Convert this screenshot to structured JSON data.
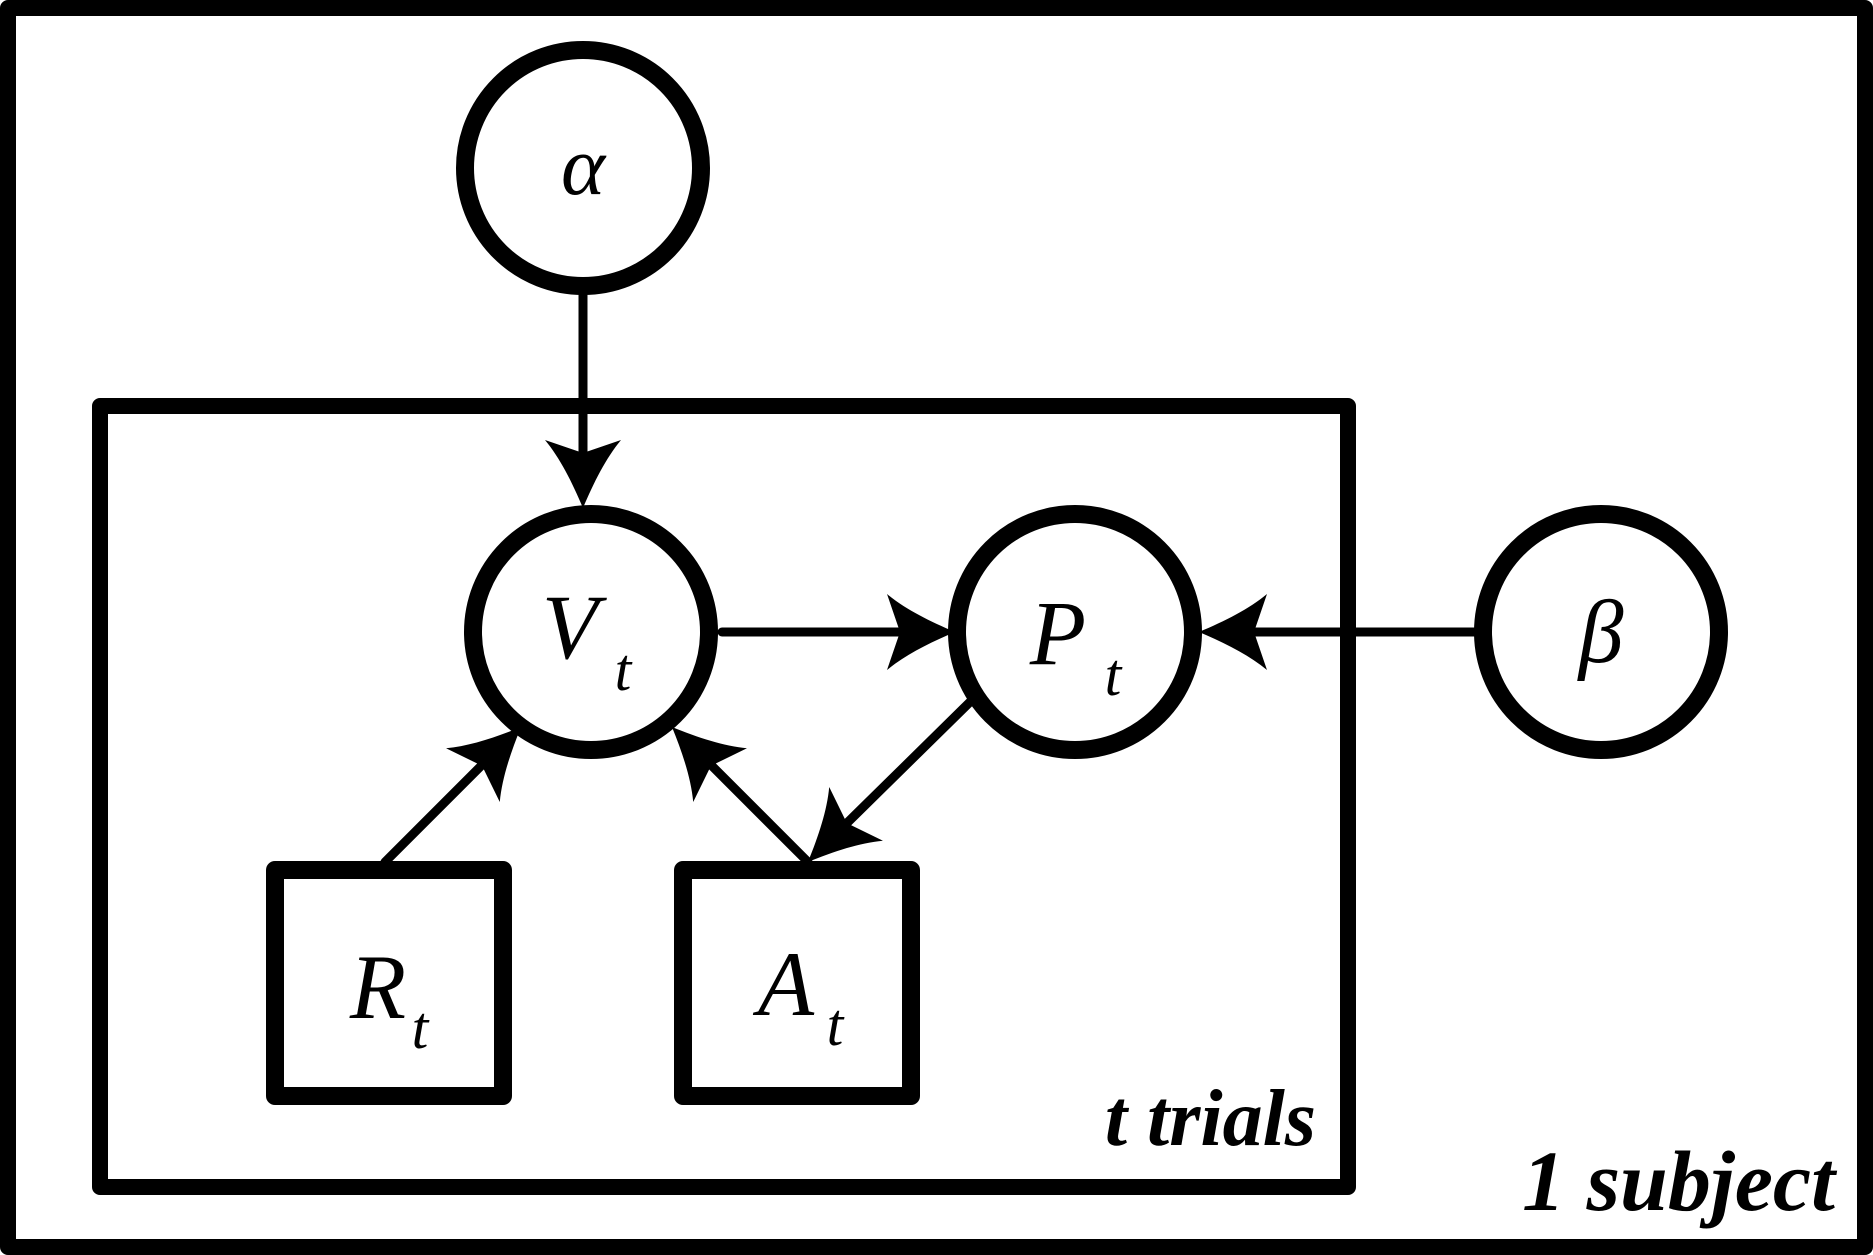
{
  "nodes": {
    "alpha": {
      "symbol": "α",
      "subscript": ""
    },
    "beta": {
      "symbol": "β",
      "subscript": ""
    },
    "v": {
      "symbol": "V",
      "subscript": "t"
    },
    "p": {
      "symbol": "P",
      "subscript": "t"
    },
    "r": {
      "symbol": "R",
      "subscript": "t"
    },
    "a": {
      "symbol": "A",
      "subscript": "t"
    }
  },
  "plates": {
    "outer": {
      "label": "1 subject"
    },
    "inner": {
      "label": "t trials"
    }
  }
}
